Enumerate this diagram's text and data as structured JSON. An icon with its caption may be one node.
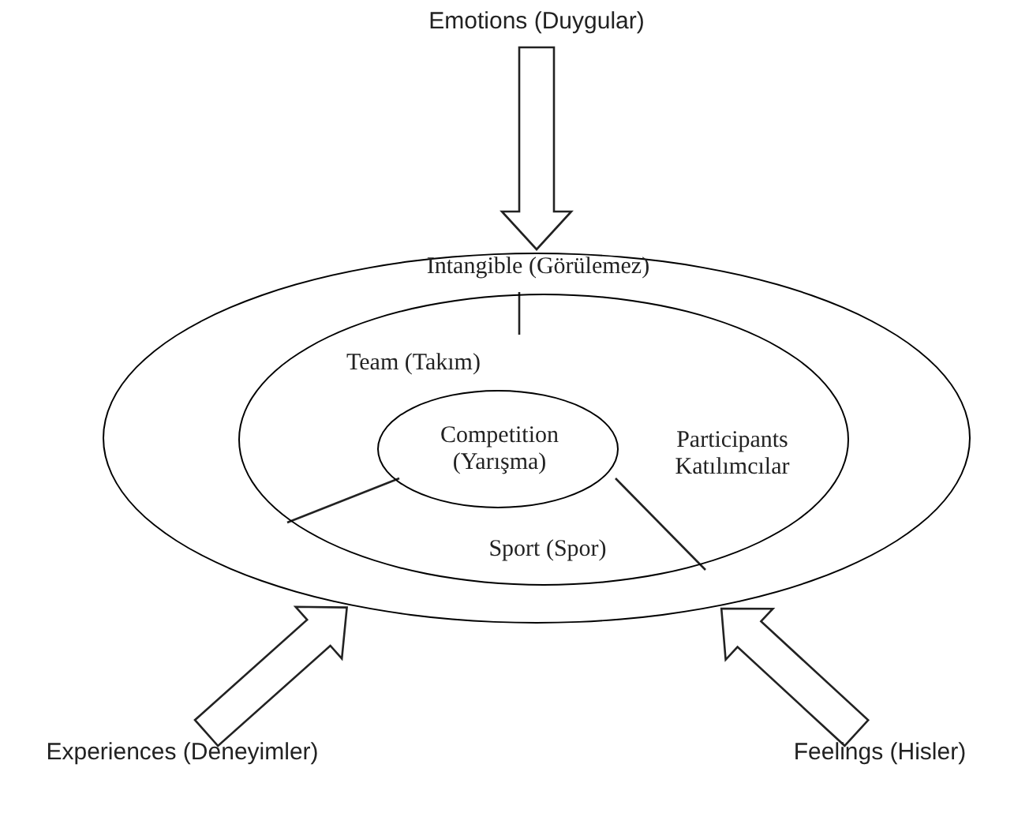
{
  "diagram": {
    "nodes": [
      {
        "text": [
          "Emotions (Duygular)"
        ]
      },
      {
        "text": [
          "Intangible (Görülemez)"
        ]
      },
      {
        "text": [
          "Team (Takım)",
          "Participants Katılımcılar",
          "Sport (Spor)"
        ],
        "in": 1
      },
      {
        "text": [
          "Competition (Yarışma)"
        ],
        "in": 2
      },
      {
        "text": [
          "Experiences (Deneyimler)"
        ]
      },
      {
        "text": [
          "Feelings (Hisler)"
        ]
      }
    ],
    "edges": [
      {
        "from": 0,
        "to": 1,
        "arrow": "to"
      },
      {
        "from": 4,
        "to": 1,
        "arrow": "to"
      },
      {
        "from": 5,
        "to": 1,
        "arrow": "to"
      }
    ]
  }
}
